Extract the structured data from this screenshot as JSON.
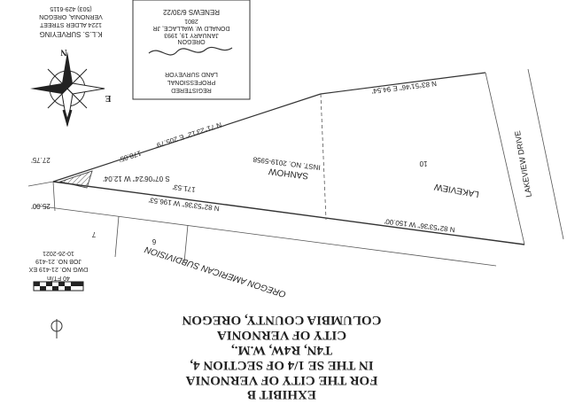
{
  "title_block": {
    "line1": "EXHIBIT B",
    "line2": "FOR THE CITY OF VERNONIA",
    "line3": "IN THE SE 1/4 OF SECTION 4,",
    "line4": "T4N, R4W, W.M.,",
    "line5": "CITY OF VERNONIA",
    "line6": "COLUMBIA COUNTY, OREGON"
  },
  "stamp": {
    "line1": "REGISTERED",
    "line2": "PROFESSIONAL",
    "line3": "LAND SURVEYOR",
    "line4": "OREGON",
    "line5": "JANUARY 19, 1993",
    "line6": "DONALD W. WALLACE, JR",
    "line7": "2801",
    "renews": "RENEWS 6/30/22"
  },
  "surveyor": {
    "name": "K.L.S. SURVEYING",
    "address": "1224 ALDER STREET",
    "city": "VERNONIA, OREGON",
    "phone": "(503) 429-6115"
  },
  "drawing_info": {
    "scale": "40 FT/in",
    "dwg_no": "DWG NO. 21-419 EX",
    "job_no": "JOB NO. 21-419",
    "date": "10-26-2021"
  },
  "labels": {
    "street": "LAKEVIEW DRIVE",
    "owner": "SANHOW",
    "inst_no": "INST. NO. 2019-5958",
    "parcel_name": "LAKEVIEW",
    "lot_10": "10",
    "lot_6": "6",
    "lot_7": "7",
    "subdivision": "OREGON AMERICAN SUBDIVISION",
    "compass_n": "N",
    "compass_e": "E"
  },
  "bearings": {
    "top_right": "N 83°51'46\" E 94.54'",
    "diagonal": "N 71°23'12\" E 205.79'",
    "diag_part": "178.05'",
    "short_diag": "27.75'",
    "small_cut": "S 07°06'24\" W 12.04'",
    "mid_line": "N 82°53'36\" W 196.53'",
    "mid_part": "171.53'",
    "left_part": "25.00'",
    "right_line": "N 82°53'36\" W 150.00'"
  }
}
